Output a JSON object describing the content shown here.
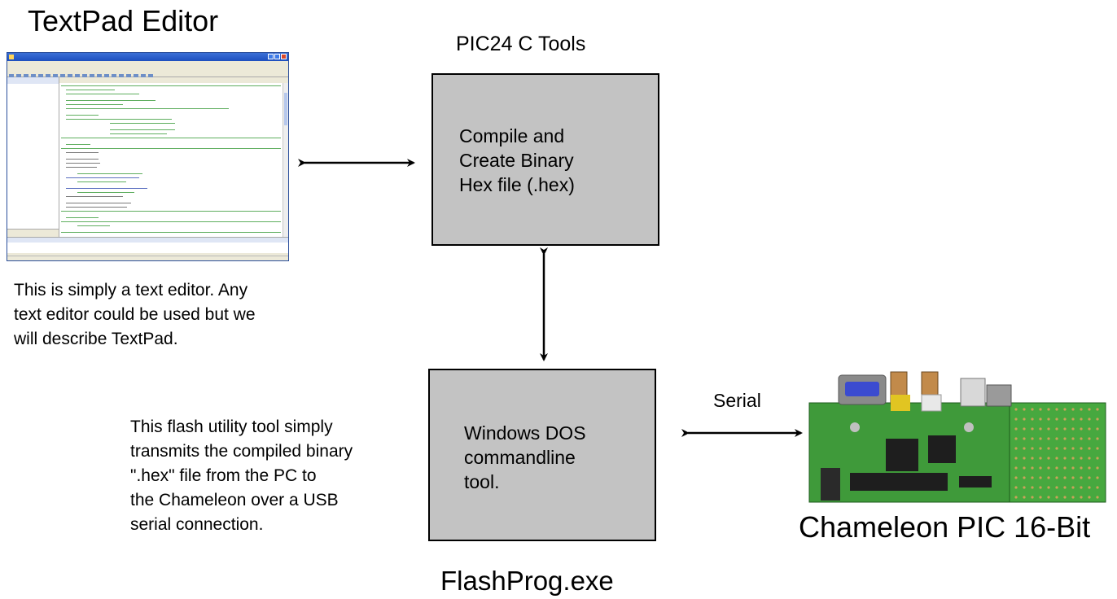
{
  "titles": {
    "textpad": "TextPad Editor",
    "tools": "PIC24 C Tools",
    "flashprog": "FlashProg.exe",
    "chameleon": "Chameleon PIC 16-Bit"
  },
  "boxes": {
    "compile": [
      "Compile and",
      "Create Binary",
      "Hex file (.hex)"
    ],
    "dos": [
      "Windows DOS",
      "commandline",
      "tool."
    ]
  },
  "descriptions": {
    "textpad": [
      "This is simply a text editor. Any",
      "text editor could be used but we",
      "will describe TextPad."
    ],
    "flash": [
      "This flash utility tool simply",
      "transmits the compiled binary",
      "\".hex\" file from the PC to",
      "the Chameleon over a USB",
      "serial connection."
    ]
  },
  "labels": {
    "serial": "Serial"
  },
  "colors": {
    "box_fill": "#c3c3c3",
    "arrow": "#000000",
    "board_green": "#3f9a3a"
  }
}
